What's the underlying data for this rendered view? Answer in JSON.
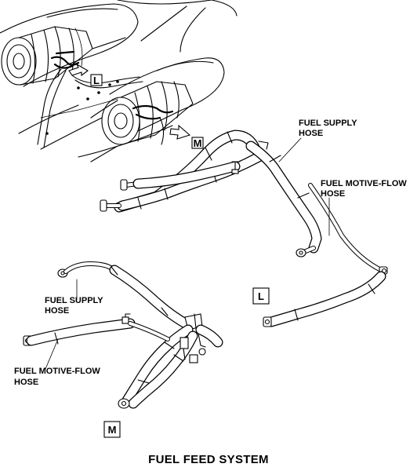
{
  "labels": {
    "fuel_supply_hose_L": [
      "FUEL SUPPLY",
      "HOSE"
    ],
    "fuel_motive_flow_hose_L": [
      "FUEL MOTIVE-FLOW",
      "HOSE"
    ],
    "fuel_supply_hose_M": [
      "FUEL SUPPLY",
      "HOSE"
    ],
    "fuel_motive_flow_hose_M": [
      "FUEL MOTIVE-FLOW",
      "HOSE"
    ]
  },
  "view_markers": {
    "L": "L",
    "M": "M"
  },
  "caption": "FUEL FEED SYSTEM"
}
